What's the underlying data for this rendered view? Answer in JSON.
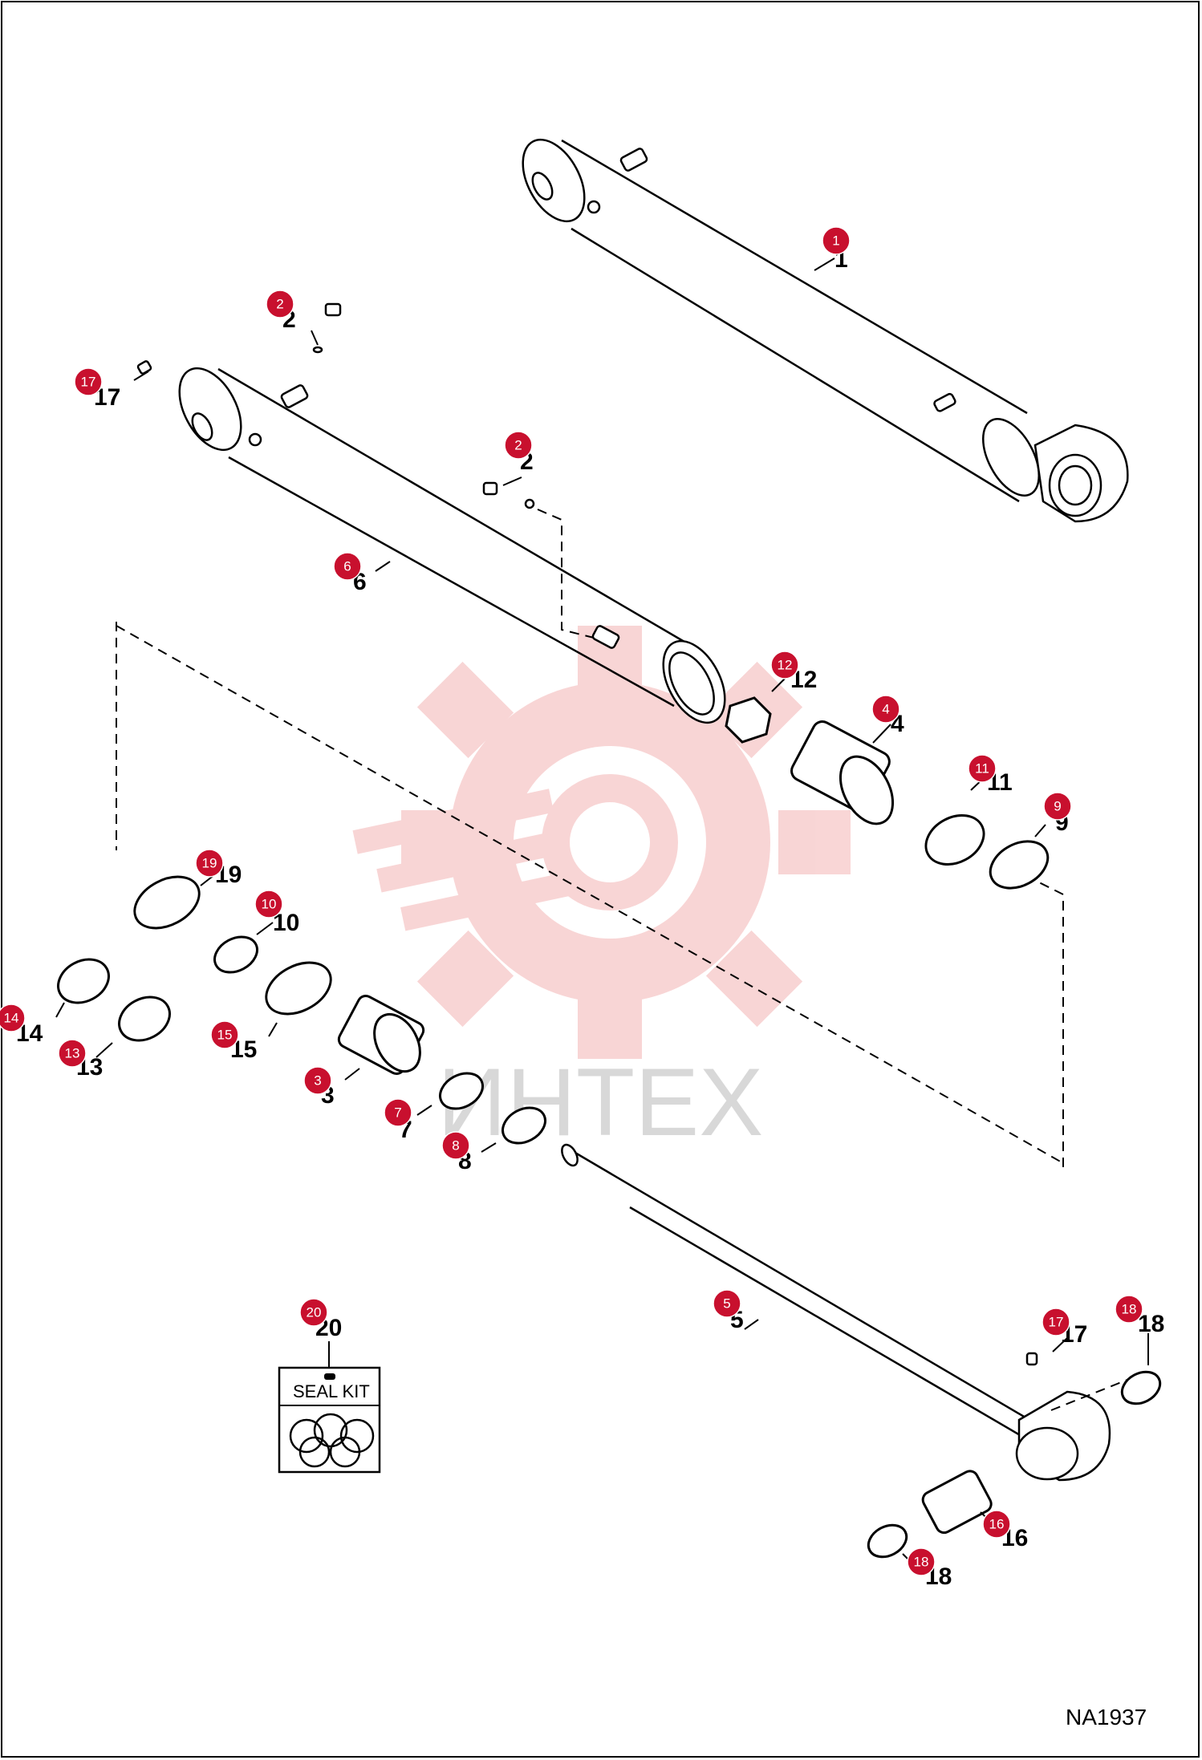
{
  "diagram_code": "NA1937",
  "watermark_text": "ИНТЕХ",
  "seal_kit_label": "SEAL KIT",
  "badge_color": "#c8102e",
  "callouts": [
    {
      "id": "c1",
      "number": "1"
    },
    {
      "id": "c2a",
      "number": "2"
    },
    {
      "id": "c2b",
      "number": "2"
    },
    {
      "id": "c17a",
      "number": "17"
    },
    {
      "id": "c6",
      "number": "6"
    },
    {
      "id": "c12",
      "number": "12"
    },
    {
      "id": "c4",
      "number": "4"
    },
    {
      "id": "c11",
      "number": "11"
    },
    {
      "id": "c9",
      "number": "9"
    },
    {
      "id": "c19",
      "number": "19"
    },
    {
      "id": "c10",
      "number": "10"
    },
    {
      "id": "c14",
      "number": "14"
    },
    {
      "id": "c13",
      "number": "13"
    },
    {
      "id": "c15",
      "number": "15"
    },
    {
      "id": "c3",
      "number": "3"
    },
    {
      "id": "c7",
      "number": "7"
    },
    {
      "id": "c8",
      "number": "8"
    },
    {
      "id": "c5",
      "number": "5"
    },
    {
      "id": "c20",
      "number": "20"
    },
    {
      "id": "c17b",
      "number": "17"
    },
    {
      "id": "c18a",
      "number": "18"
    },
    {
      "id": "c16",
      "number": "16"
    },
    {
      "id": "c18b",
      "number": "18"
    }
  ]
}
